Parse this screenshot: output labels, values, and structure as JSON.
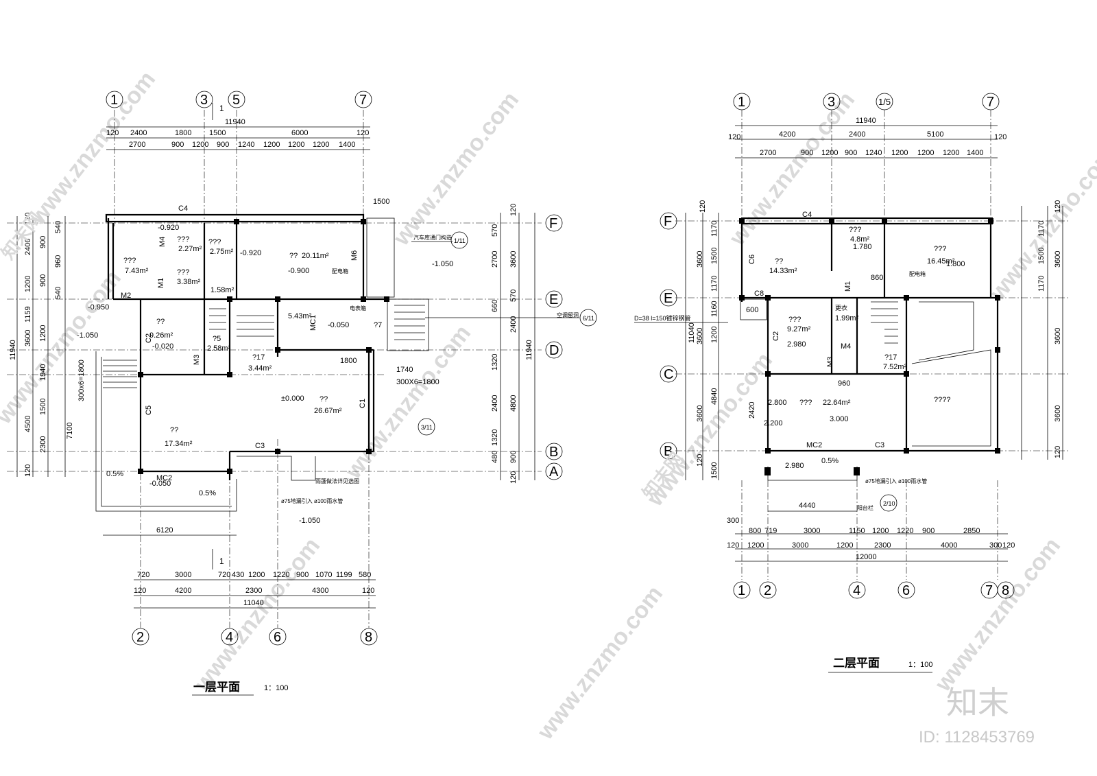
{
  "plans": [
    {
      "title": "一层平面",
      "scale": "1：100",
      "axes_top": [
        "1",
        "3",
        "5",
        "7"
      ],
      "axes_bottom": [
        "2",
        "4",
        "6",
        "8"
      ],
      "axes_right": [
        "F",
        "E",
        "D",
        "B",
        "A"
      ],
      "total_top": "11940",
      "total_bottom": "11040",
      "total_right": "11940",
      "total_left": "11940",
      "dims_top_1": [
        "120",
        "2400",
        "1800",
        "1500",
        "6000",
        "120"
      ],
      "dims_top_2": [
        "2700",
        "900",
        "1200",
        "900",
        "1240",
        "1200",
        "1200",
        "1200",
        "1400"
      ],
      "dims_bottom_1": [
        "720",
        "3000",
        "720",
        "430",
        "1200",
        "1220",
        "900",
        "1070",
        "1199",
        "580"
      ],
      "dims_bottom_2": [
        "120",
        "4200",
        "2300",
        "4300",
        "120"
      ],
      "dims_left": [
        "120",
        "2400",
        "1200",
        "1159",
        "3600",
        "1940",
        "4500",
        "2300",
        "120"
      ],
      "dims_left_inner": [
        "540",
        "900",
        "960",
        "900",
        "540",
        "1200",
        "1500",
        "7100"
      ],
      "dims_right": [
        "120",
        "570",
        "2700",
        "3600",
        "660",
        "570",
        "2400",
        "1320",
        "2400",
        "4800",
        "1320",
        "480",
        "900",
        "120"
      ],
      "rooms": [
        {
          "name": "???",
          "area": "7.43m²"
        },
        {
          "name": "???",
          "area": "2.27m²"
        },
        {
          "name": "???",
          "area": "2.75m²"
        },
        {
          "name": "???",
          "area": "3.38m²"
        },
        {
          "name": "??",
          "area": "20.11m²"
        },
        {
          "name": "??",
          "area": "9.26m²"
        },
        {
          "name": "??",
          "area": "5.43m²"
        },
        {
          "name": "?5",
          "area": "2.58m²"
        },
        {
          "name": "?17",
          "area": "3.44m²"
        },
        {
          "name": "??",
          "area": "26.67m²"
        },
        {
          "name": "??",
          "area": "17.34m²"
        },
        {
          "name": "",
          "area": "1.58m²"
        }
      ],
      "elevations": [
        "-0.920",
        "-0.920",
        "-0.900",
        "-1.050",
        "-0.950",
        "-1.050",
        "-0.020",
        "-0.050",
        "±0.000",
        "-0.050",
        "-1.050"
      ],
      "labels": [
        "M4",
        "M1",
        "M2",
        "M3",
        "M6",
        "MC1",
        "MC2",
        "C1",
        "C2",
        "C3",
        "C4",
        "C5",
        "?7",
        "0.5%",
        "0.5%",
        "300X6=1800",
        "300x6=1800",
        "1740",
        "1800",
        "1500",
        "6120",
        "ø75地漏引入 ø100雨水管",
        "汽车库通门构造",
        "配电箱",
        "电表箱",
        "空调留洞",
        "雨篷做法详见选图"
      ],
      "refs": [
        "1/11",
        "6/11",
        "3/11"
      ],
      "section": "1"
    },
    {
      "title": "二层平面",
      "scale": "1：100",
      "axes_top": [
        "1",
        "3",
        "1/5",
        "7"
      ],
      "axes_bottom": [
        "1",
        "2",
        "4",
        "6",
        "7",
        "8"
      ],
      "axes_left": [
        "F",
        "E",
        "C",
        "B"
      ],
      "total_top": "11940",
      "total_bottom": "12000",
      "total_left": "11040",
      "dims_top_1": [
        "120",
        "4200",
        "2400",
        "5100",
        "120"
      ],
      "dims_top_2": [
        "2700",
        "900",
        "1200",
        "900",
        "1240",
        "1200",
        "1200",
        "1200",
        "1400"
      ],
      "dims_bottom_1": [
        "300",
        "800",
        "719",
        "3000",
        "1150",
        "1200",
        "1220",
        "900",
        "2850"
      ],
      "dims_bottom_2": [
        "120",
        "1200",
        "3000",
        "1200",
        "2300",
        "4000",
        "300",
        "120"
      ],
      "dims_left": [
        "120",
        "1170",
        "1500",
        "1170",
        "1160",
        "3600",
        "1200",
        "3600",
        "4840",
        "2420",
        "3600",
        "1500",
        "120"
      ],
      "dims_right": [
        "120",
        "1170",
        "1500",
        "1170",
        "3600",
        "3600",
        "3600",
        "120"
      ],
      "rooms": [
        {
          "name": "??",
          "area": "14.33m²"
        },
        {
          "name": "???",
          "area": "4.8m²"
        },
        {
          "name": "???",
          "area": "16.45m²"
        },
        {
          "name": "???",
          "area": "9.27m²"
        },
        {
          "name": "更衣",
          "area": "1.99m²"
        },
        {
          "name": "?17",
          "area": "7.52m²"
        },
        {
          "name": "???",
          "area": "22.64m²"
        },
        {
          "name": "????",
          "area": ""
        }
      ],
      "elevations": [
        "1.780",
        "1.800",
        "2.980",
        "3.000",
        "2.800",
        "2.200",
        "2.980"
      ],
      "labels": [
        "C2",
        "C3",
        "C4",
        "C6",
        "C8",
        "M1",
        "M3",
        "M4",
        "MC2",
        "600",
        "0.5%",
        "4440",
        "960",
        "860",
        "D=38 l=150镀锌钢管",
        "ø75地漏引入 ø100雨水管",
        "配电箱",
        "阳台栏"
      ],
      "refs": [
        "2/10"
      ]
    }
  ],
  "watermark": "www.znzmo.com",
  "watermark_cn": "知末网",
  "brand": "知末",
  "id_text": "ID: 1128453769"
}
